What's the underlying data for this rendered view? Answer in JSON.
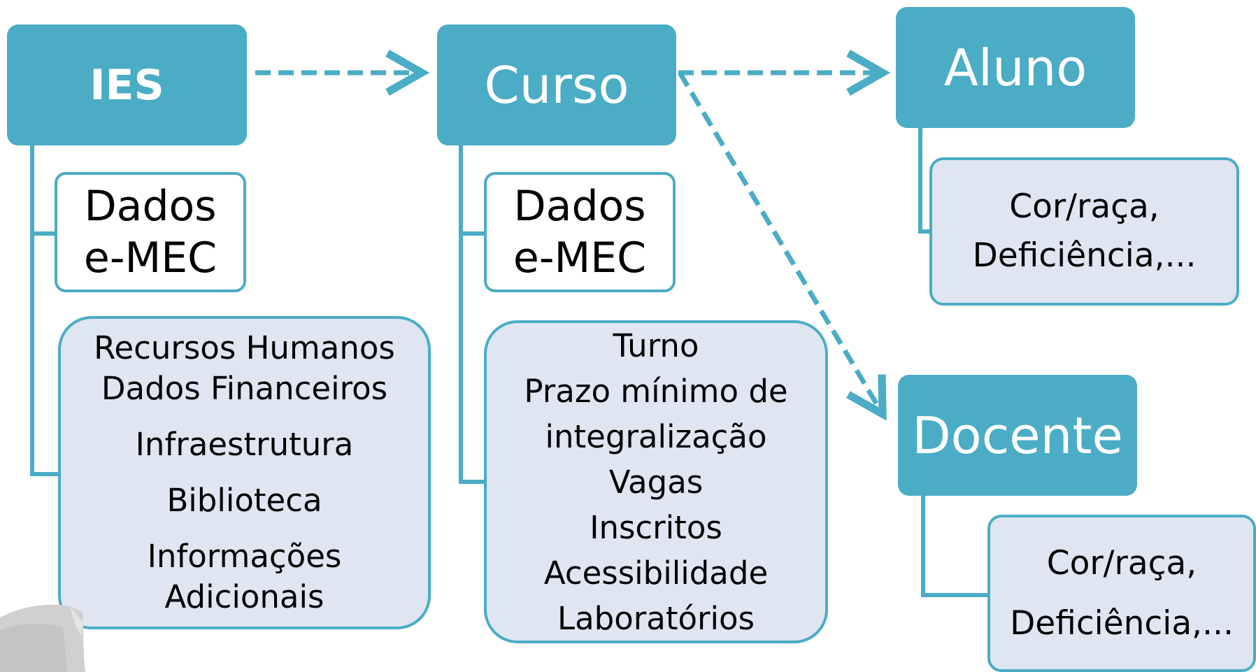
{
  "ies": {
    "title": "IES",
    "dados": [
      "Dados",
      "e-MEC"
    ],
    "items": [
      "Recursos Humanos",
      "Dados Financeiros",
      "Infraestrutura",
      "Biblioteca",
      "Informações",
      "Adicionais"
    ]
  },
  "curso": {
    "title": "Curso",
    "dados": [
      "Dados",
      "e-MEC"
    ],
    "items": [
      "Turno",
      "Prazo mínimo de",
      "integralização",
      "Vagas",
      "Inscritos",
      "Acessibilidade",
      "Laboratórios"
    ]
  },
  "aluno": {
    "title": "Aluno",
    "items": [
      "Cor/raça,",
      "Deficiência,..."
    ]
  },
  "docente": {
    "title": "Docente",
    "items": [
      "Cor/raça,",
      "Deficiência,..."
    ]
  },
  "colors": {
    "primary": "#4bacc6",
    "box_fill": "#dfe6f2",
    "text": "#000000",
    "header_text": "#ffffff"
  }
}
